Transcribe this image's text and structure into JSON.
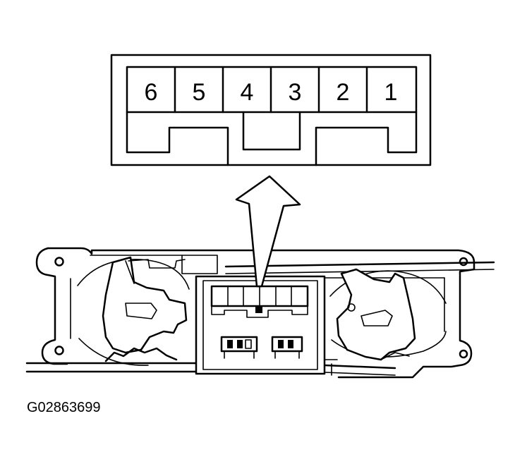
{
  "connector": {
    "pins": [
      "6",
      "5",
      "4",
      "3",
      "2",
      "1"
    ]
  },
  "figure_id": "G02863699"
}
